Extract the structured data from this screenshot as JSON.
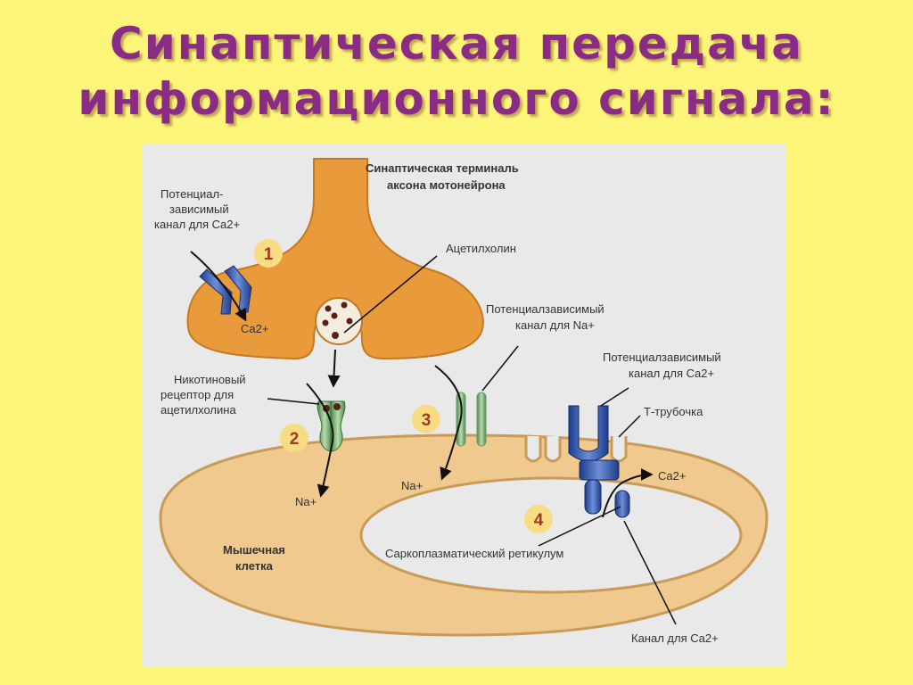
{
  "slide": {
    "title_line1": "Синаптическая передача",
    "title_line2": "информационного сигнала:"
  },
  "diagram": {
    "terminal_label_1": "Синаптическая терминаль",
    "terminal_label_2": "аксона мотонейрона",
    "ca_channel_1": "Потенциал-",
    "ca_channel_2": "зависимый",
    "ca_channel_3": "канал для Ca2+",
    "ca_ion": "Ca2+",
    "acetylcholine": "Ацетилхолин",
    "na_channel_1": "Потенциалзависимый",
    "na_channel_2": "канал для Na+",
    "nicotinic_1": "Никотиновый",
    "nicotinic_2": "рецептор для",
    "nicotinic_3": "ацетилхолина",
    "ca_channel_t_1": "Потенциалзависимый",
    "ca_channel_t_2": "канал для Ca2+",
    "t_tubule": "Т-трубочка",
    "na_ion_1": "Na+",
    "na_ion_2": "Na+",
    "ca_release": "Ca2+",
    "muscle_1": "Мышечная",
    "muscle_2": "клетка",
    "sr": "Саркоплазматический ретикулум",
    "ca_channel_sr": "Канал для Ca2+",
    "step_1": "1",
    "step_2": "2",
    "step_3": "3",
    "step_4": "4"
  }
}
